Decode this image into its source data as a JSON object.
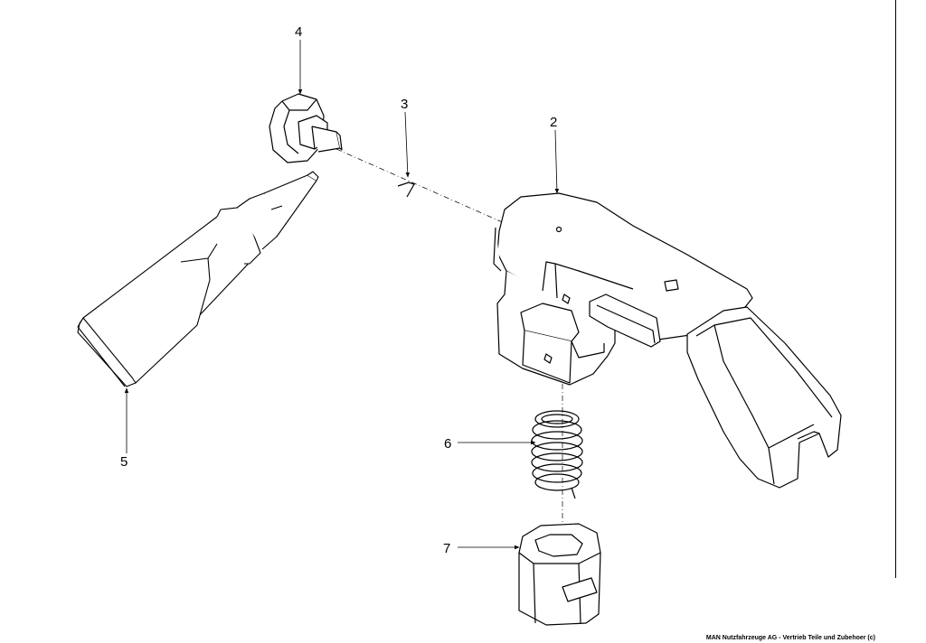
{
  "callouts": {
    "part_2": "2",
    "part_3": "3",
    "part_4": "4",
    "part_5": "5",
    "part_6": "6",
    "part_7": "7"
  },
  "footer": {
    "copyright": "MAN Nutzfahrzeuge AG - Vertrieb Teile und Zubehoer (c)"
  }
}
